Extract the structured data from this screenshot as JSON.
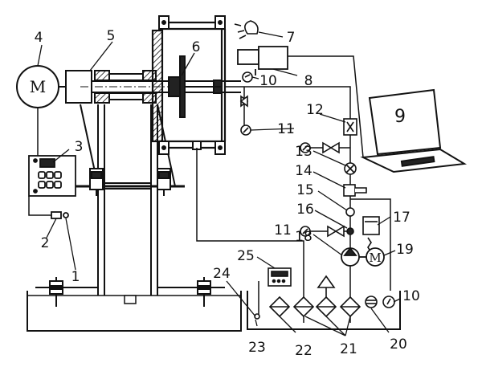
{
  "labels": {
    "n1": "1",
    "n2": "2",
    "n3": "3",
    "n4": "4",
    "n5": "5",
    "n6": "6",
    "n7": "7",
    "n8": "8",
    "n9": "9",
    "n10a": "10",
    "n10b": "10",
    "n11a": "11",
    "n11b": "11",
    "n12": "12",
    "n13": "13",
    "n14": "14",
    "n15": "15",
    "n16": "16",
    "n17": "17",
    "n18": "18",
    "n19": "19",
    "n20": "20",
    "n21": "21",
    "n22": "22",
    "n23": "23",
    "n24": "24",
    "n25": "25"
  },
  "motor_symbol": "M",
  "motor_symbol_small": "M"
}
